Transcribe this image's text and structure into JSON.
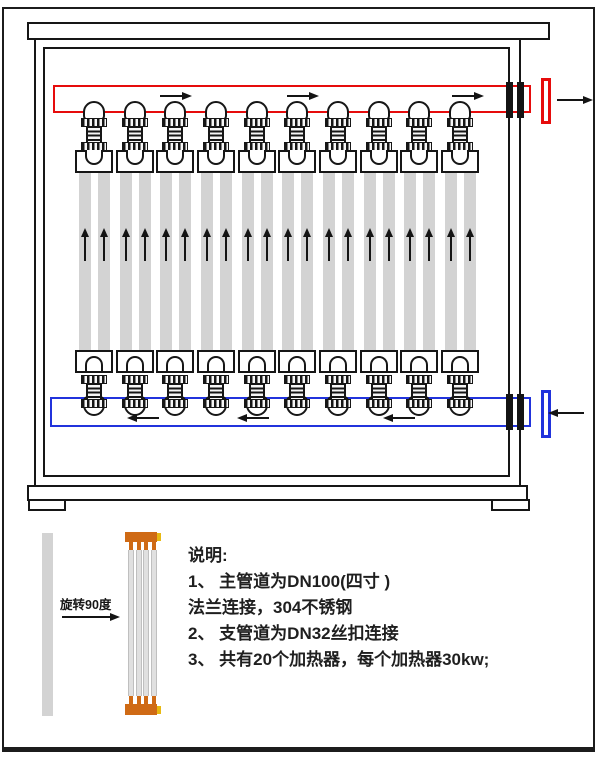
{
  "diagram": {
    "column_count": 10,
    "column_centers": [
      94,
      135,
      175,
      216,
      257,
      297,
      338,
      379,
      419,
      460
    ],
    "hot_arrow_lefts": [
      160,
      287,
      452
    ],
    "cold_arrow_lefts": [
      137,
      247,
      393
    ],
    "colors": {
      "hot_pipe": "#e60c0c",
      "cold_pipe": "#2133dc",
      "tube_gray": "#d3d3d3",
      "cap_orange": "#cf6a15",
      "cap_yellow": "#e8b912",
      "line_ink": "#161616"
    }
  },
  "legend": {
    "rotate_label": "旋转90度",
    "bundle_tube_count": 4,
    "notes_title": "说明:",
    "notes": [
      "1、 主管道为DN100(四寸 )",
      "法兰连接，304不锈钢",
      "2、 支管道为DN32丝扣连接",
      "3、 共有20个加热器，每个加热器30kw;"
    ]
  }
}
